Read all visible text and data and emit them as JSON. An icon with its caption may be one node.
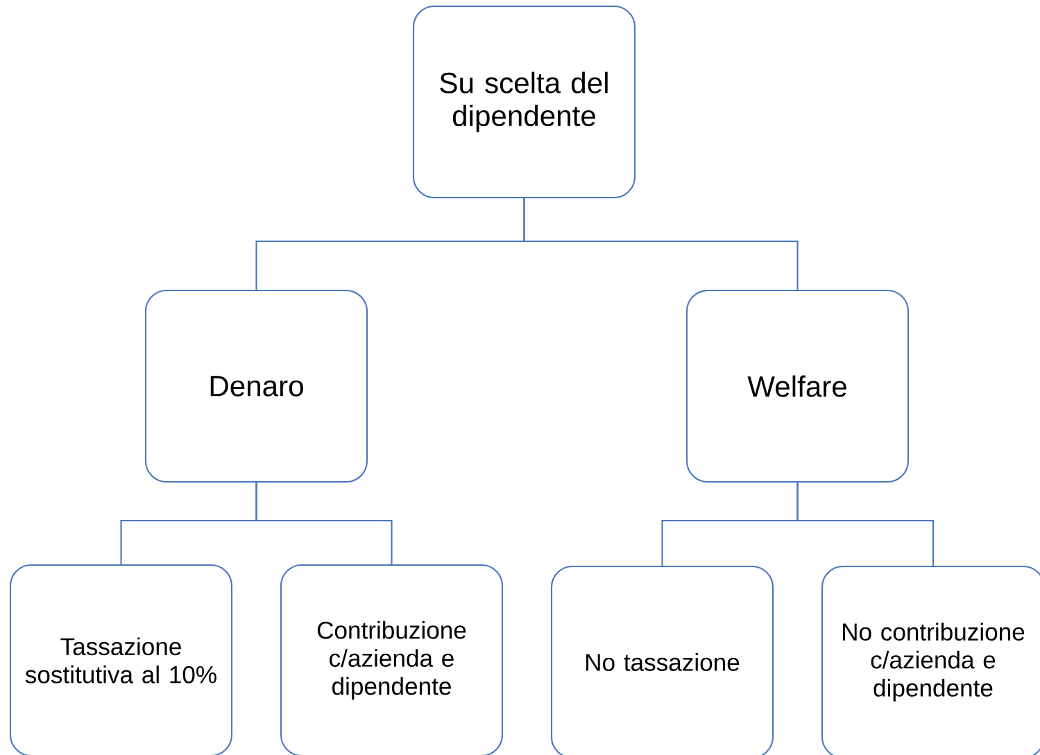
{
  "diagram": {
    "nodes": [
      {
        "text": [
          "Su scelta del dipendente"
        ]
      },
      {
        "text": [
          "Denaro"
        ]
      },
      {
        "text": [
          "Welfare"
        ]
      },
      {
        "text": [
          "Tassazione sostitutiva al 10%"
        ]
      },
      {
        "text": [
          "Contribuzione c/azienda e dipendente"
        ]
      },
      {
        "text": [
          "No tassazione"
        ]
      },
      {
        "text": [
          "No contribuzione c/azienda e dipendente"
        ]
      }
    ],
    "edges": [
      {
        "from": 0,
        "to": 1,
        "arrow": "none"
      },
      {
        "from": 0,
        "to": 2,
        "arrow": "none"
      },
      {
        "from": 1,
        "to": 3,
        "arrow": "none"
      },
      {
        "from": 1,
        "to": 4,
        "arrow": "none"
      },
      {
        "from": 2,
        "to": 5,
        "arrow": "none"
      },
      {
        "from": 2,
        "to": 6,
        "arrow": "none"
      }
    ]
  }
}
